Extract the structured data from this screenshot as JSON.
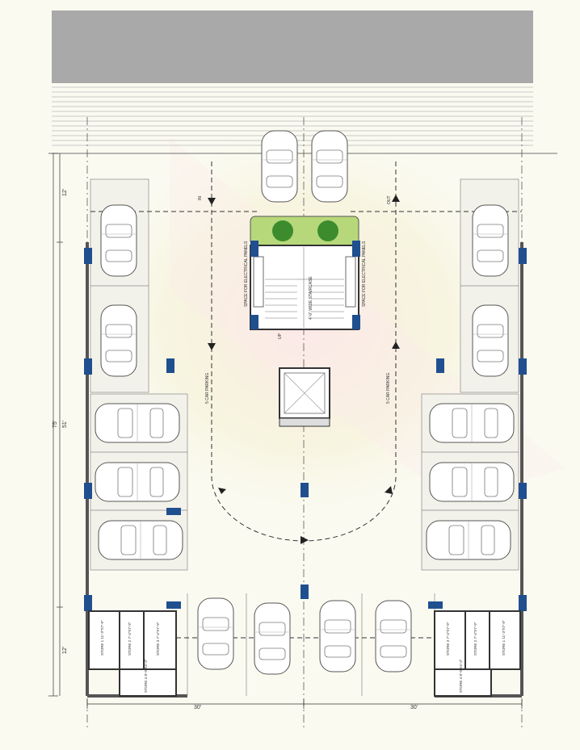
{
  "colors": {
    "background": "#fbfaf1",
    "header_band": "#a9a9a9",
    "column": "#1f4f8f",
    "wall": "#555555",
    "lines": "#666666",
    "planter": "#b7d87a",
    "tree": "#3c8c2e",
    "driveway_tint": "#f7e3e4"
  },
  "labels": {
    "entry": "IN",
    "exit": "OUT",
    "ramp_left": "5 CAR PARKING",
    "ramp_right": "5 CAR PARKING",
    "staircase": "4'-0\" WIDE STAIRCASE",
    "up": "UP",
    "electrical_left": "SPACE FOR ELECTRICAL PANELS",
    "electrical_right": "SPACE FOR ELECTRICAL PANELS",
    "dim_left_top": "12'",
    "dim_left_mid": "51'",
    "dim_left_total": "75'",
    "dim_left_bottom": "12'",
    "dim_bottom_left": "30'",
    "dim_bottom_right": "30'"
  },
  "stores": [
    {
      "name": "STORE 1",
      "size": "11'-3\"X7'-9\""
    },
    {
      "name": "STORE 2",
      "size": "7'-4\"X7'-9\""
    },
    {
      "name": "STORE 3",
      "size": "7'-4\"X7'-9\""
    },
    {
      "name": "STORE 4",
      "size": "8'-9\"X4'-3\""
    },
    {
      "name": "STORE 3",
      "size": "7'-4\"X7'-9\""
    },
    {
      "name": "STORE 2",
      "size": "7'-4\"X7'-9\""
    },
    {
      "name": "STORE 1",
      "size": "11'-3\"X7'-9\""
    },
    {
      "name": "STORE 4",
      "size": "8'-9\"X4'-3\""
    }
  ],
  "parking": {
    "left_column": [
      "sedan",
      "convertible"
    ],
    "left_row": [
      "hatchback",
      "hatchback",
      "convertible"
    ],
    "right_column": [
      "sedan",
      "convertible"
    ],
    "right_row": [
      "hatchback",
      "hatchback",
      "convertible"
    ],
    "top": [
      "sedan",
      "sedan"
    ],
    "bottom": [
      "sedan",
      "sedan",
      "suv",
      "sedan"
    ]
  }
}
